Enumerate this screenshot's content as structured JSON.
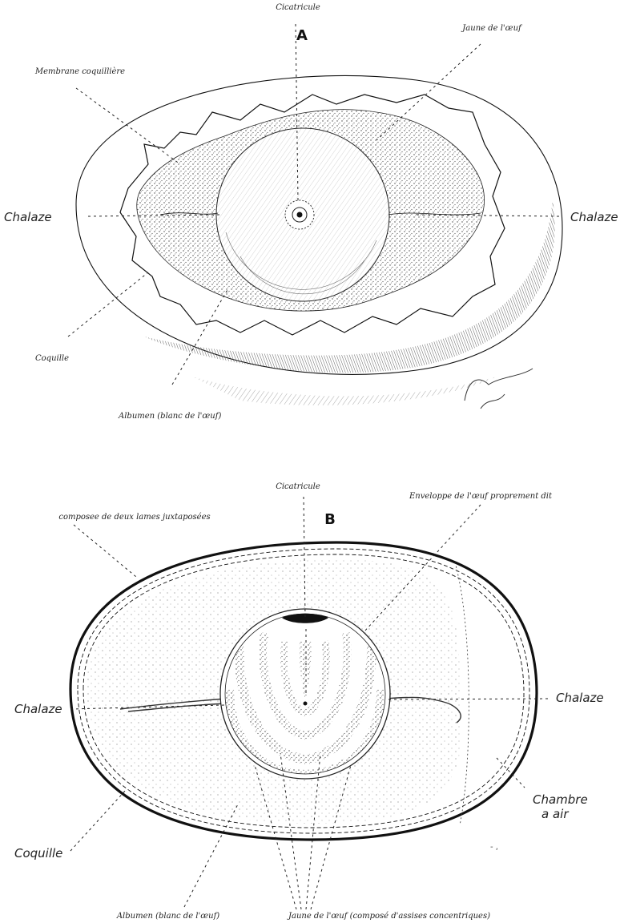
{
  "figure_a": {
    "letter": "A",
    "labels": {
      "cicatricule": "Cicatricule",
      "jaune": "Jaune de l'œuf",
      "membrane": "Membrane coquillière",
      "chalaze_left": "Chalaze",
      "chalaze_right": "Chalaze",
      "coquille": "Coquille",
      "albumen": "Albumen (blanc de l'œuf)"
    }
  },
  "figure_b": {
    "letter": "B",
    "labels": {
      "cicatricule": "Cicatricule",
      "enveloppe": "Enveloppe de l'œuf proprement dit",
      "composee": "composee de deux lames juxtaposées",
      "chalaze_left": "Chalaze",
      "chalaze_right": "Chalaze",
      "chambre_line1": "Chambre",
      "chambre_line2": "a air",
      "coquille": "Coquille",
      "albumen": "Albumen (blanc de l'œuf)",
      "jaune": "Jaune de l'œuf (composé d'assises concentriques)"
    }
  }
}
